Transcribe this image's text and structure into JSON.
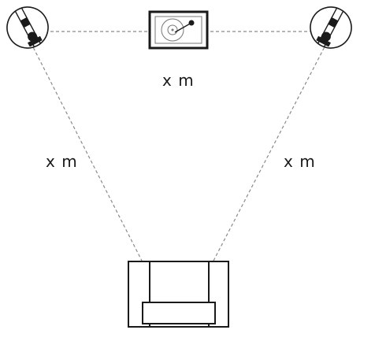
{
  "labels": {
    "top_distance": "x m",
    "left_distance": "x m",
    "right_distance": "x m"
  },
  "colors": {
    "stroke": "#1a1a1a",
    "dash": "#8a8a8a",
    "fill": "#ffffff"
  },
  "icons": [
    "left-speaker-icon",
    "turntable-icon",
    "right-speaker-icon",
    "armchair-icon"
  ]
}
